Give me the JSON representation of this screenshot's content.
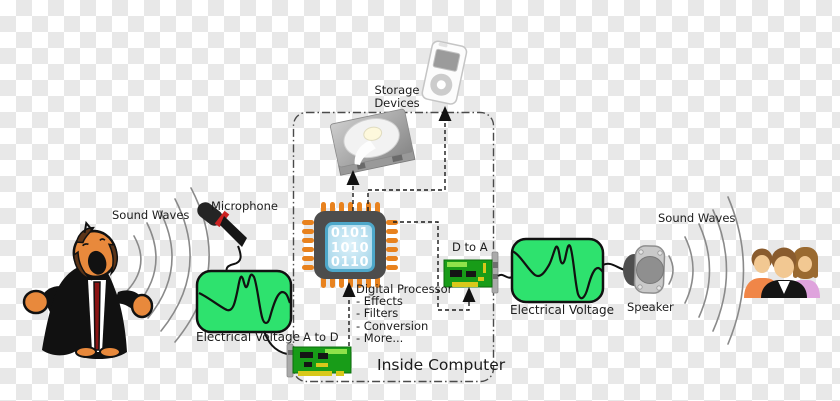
{
  "labels": {
    "sound_waves_left": "Sound Waves",
    "microphone": "Microphone",
    "electrical_voltage_left": "Electrical Voltage",
    "a_to_d": "A to D",
    "inside_computer": "Inside Computer",
    "digital_processor": "Digital Processor",
    "processor_items": [
      "- Effects",
      "- Filters",
      "- Conversion",
      "- More..."
    ],
    "storage_line1": "Storage",
    "storage_line2": "Devices",
    "d_to_a": "D to A",
    "electrical_voltage_right": "Electrical Voltage",
    "speaker": "Speaker",
    "sound_waves_right": "Sound Waves"
  },
  "chip": {
    "lines": [
      "0101",
      "1010",
      "0110"
    ]
  },
  "icons": {
    "singer": "singing-person-icon",
    "microphone": "microphone-icon",
    "sound_waves": "sound-wave-arcs-icon",
    "voltage_box": "waveform-signal-icon",
    "sound_card": "circuit-board-icon",
    "cpu": "cpu-chip-icon",
    "hard_drive": "hard-disk-icon",
    "media_player": "portable-music-player-icon",
    "speaker": "loudspeaker-icon",
    "audience": "group-of-listeners-icon"
  },
  "colors": {
    "signal_green": "#2ee26e",
    "pcb_green": "#189c18",
    "chip_body": "#4d4d4d",
    "chip_pin_orange": "#e8821e",
    "chip_screen_blue": "#bfe4f3",
    "connector_gold": "#d8c81a",
    "arc_gray": "#8a8a8a"
  }
}
